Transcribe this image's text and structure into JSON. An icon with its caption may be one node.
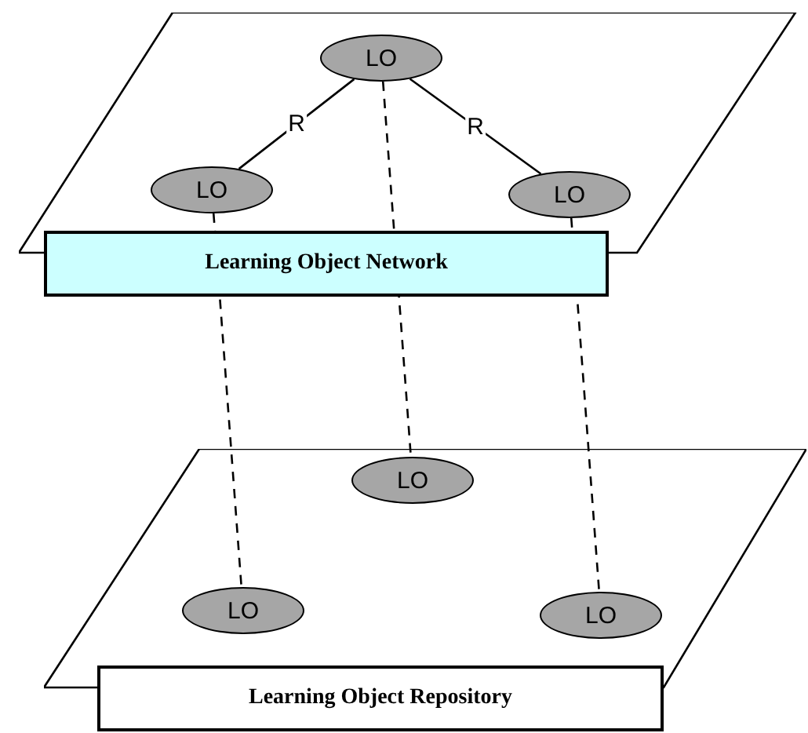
{
  "diagram": {
    "nodes": [
      {
        "text": [
          "Learning Object Network"
        ]
      },
      {
        "text": [
          "LO"
        ],
        "in": 0
      },
      {
        "text": [
          "LO"
        ],
        "in": 0
      },
      {
        "text": [
          "LO"
        ],
        "in": 0
      },
      {
        "text": [
          "Learning Object Repository"
        ]
      },
      {
        "text": [
          "LO"
        ],
        "in": 4
      },
      {
        "text": [
          "LO"
        ],
        "in": 4
      },
      {
        "text": [
          "LO"
        ],
        "in": 4
      }
    ],
    "edges": [
      {
        "from": 1,
        "to": 2,
        "arrow": "none",
        "label": "R"
      },
      {
        "from": 1,
        "to": 3,
        "arrow": "none",
        "label": "R"
      },
      {
        "from": 1,
        "to": 5,
        "arrow": "none",
        "style": "dashed"
      },
      {
        "from": 2,
        "to": 6,
        "arrow": "none",
        "style": "dashed"
      },
      {
        "from": 3,
        "to": 7,
        "arrow": "none",
        "style": "dashed"
      }
    ]
  }
}
